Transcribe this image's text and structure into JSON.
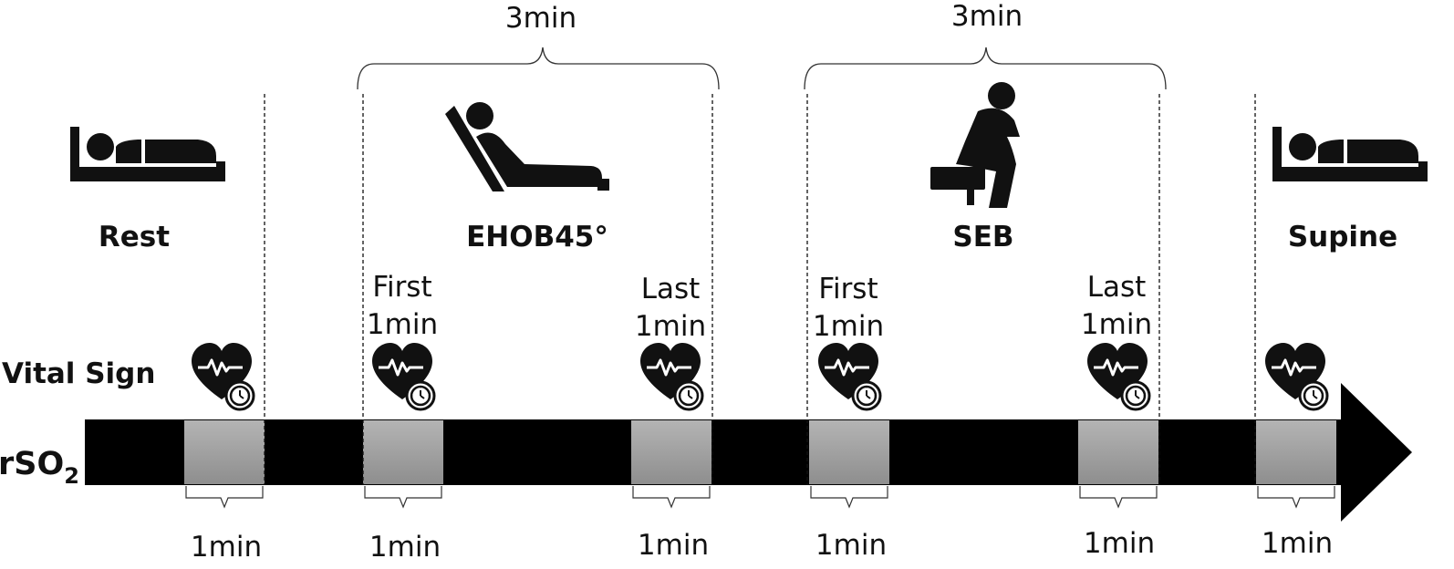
{
  "phases": [
    {
      "label": "Rest",
      "icon": "bed-icon"
    },
    {
      "label": "EHOB45°",
      "icon": "reclined-person-icon",
      "duration": "3min"
    },
    {
      "label": "SEB",
      "icon": "sitting-person-icon",
      "duration": "3min"
    },
    {
      "label": "Supine",
      "icon": "bed-icon"
    }
  ],
  "measurements": [
    {
      "top": "",
      "bottom": "1min"
    },
    {
      "top": "First 1min",
      "top_line1": "First",
      "top_line2": "1min",
      "bottom": "1min"
    },
    {
      "top": "Last 1min",
      "top_line1": "Last",
      "top_line2": "1min",
      "bottom": "1min"
    },
    {
      "top": "First 1min",
      "top_line1": "First",
      "top_line2": "1min",
      "bottom": "1min"
    },
    {
      "top": "Last 1min",
      "top_line1": "Last",
      "top_line2": "1min",
      "bottom": "1min"
    },
    {
      "top": "",
      "bottom": "1min"
    }
  ],
  "rows": {
    "vital_sign": "Vital Sign",
    "rso2_main": "rSO",
    "rso2_sub": "2"
  },
  "icons": {
    "vital": "heart-monitor-clock-icon",
    "arrow": "timeline-arrow"
  },
  "colors": {
    "bar": "#000000",
    "window": "#9a9a9a",
    "text": "#111111"
  }
}
